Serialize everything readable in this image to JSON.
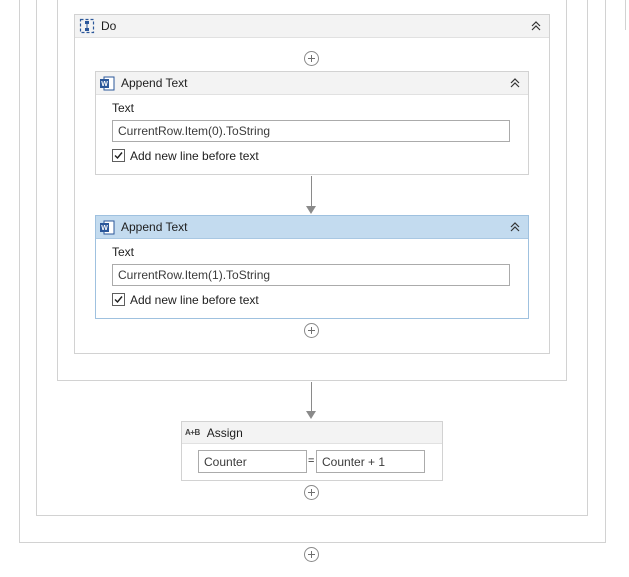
{
  "do_scope": {
    "title": "Do",
    "icon": "sequence-icon"
  },
  "activities": [
    {
      "title": "Append Text",
      "icon": "word-icon",
      "text_label": "Text",
      "text_value": "CurrentRow.Item(0).ToString",
      "checkbox_label": "Add new line before text",
      "checked": true
    },
    {
      "title": "Append Text",
      "icon": "word-icon",
      "text_label": "Text",
      "text_value": "CurrentRow.Item(1).ToString",
      "checkbox_label": "Add new line before text",
      "checked": true
    }
  ],
  "assign": {
    "title": "Assign",
    "icon_text": "A+B",
    "to_value": "Counter",
    "equals": "=",
    "value": "Counter + 1"
  },
  "colors": {
    "selected_header": "#c3dbef",
    "border": "#d2d2d2",
    "word_blue": "#2b579a"
  }
}
